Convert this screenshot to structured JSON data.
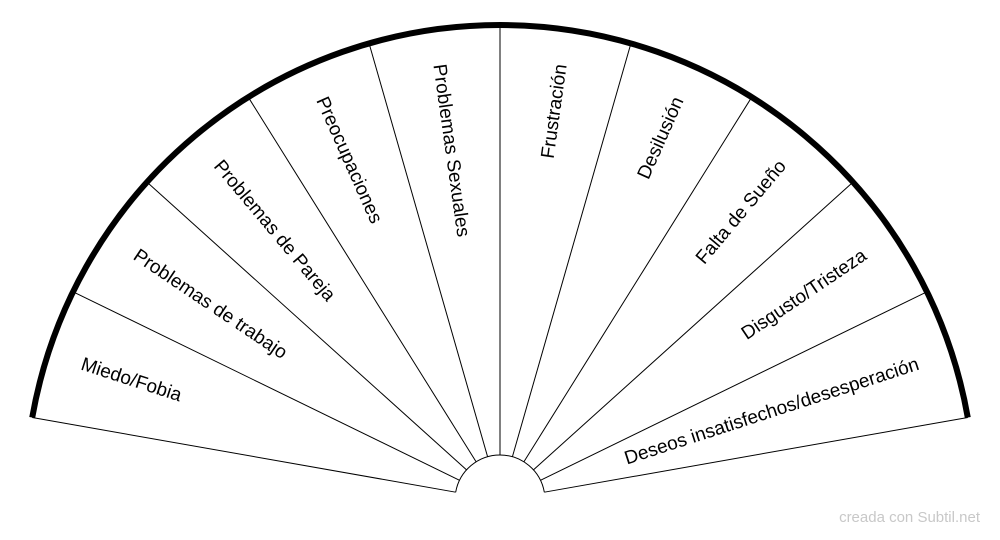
{
  "chart": {
    "sectors": [
      {
        "label": "Miedo/Fobia"
      },
      {
        "label": "Problemas de trabajo"
      },
      {
        "label": "Problemas de Pareja"
      },
      {
        "label": "Preocupaciones"
      },
      {
        "label": "Problemas Sexuales"
      },
      {
        "label": "Frustración"
      },
      {
        "label": "Desilusión"
      },
      {
        "label": "Falta de Sueño"
      },
      {
        "label": "Disgusto/Tristeza"
      },
      {
        "label": "Deseos insatisfechos/desesperación"
      }
    ]
  },
  "watermark": {
    "text": "creada con Subtil.net"
  },
  "colors": {
    "line": "#000000",
    "background": "#ffffff",
    "watermark": "#c8c8c8"
  }
}
